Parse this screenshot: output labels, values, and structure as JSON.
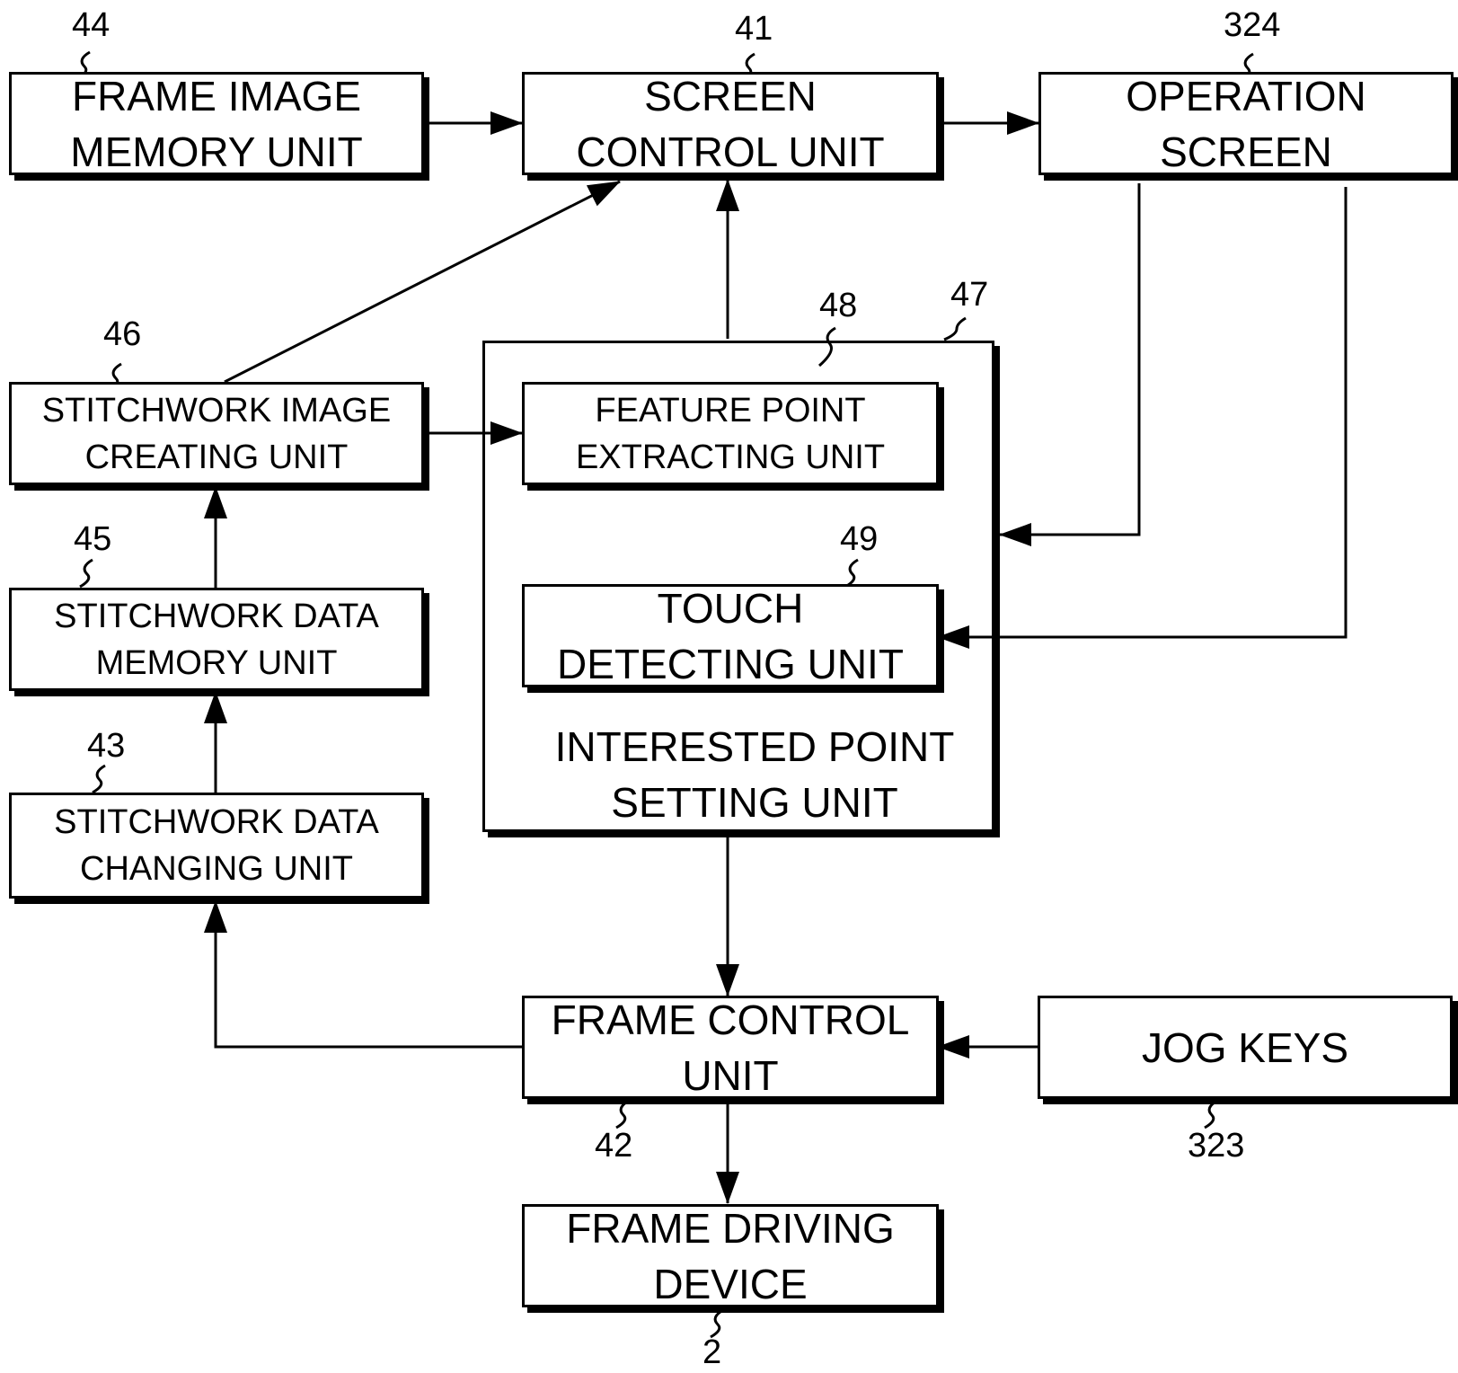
{
  "diagram": {
    "blocks": {
      "frame_image_memory": {
        "label": "FRAME IMAGE\nMEMORY UNIT",
        "ref": "44"
      },
      "screen_control": {
        "label": "SCREEN\nCONTROL UNIT",
        "ref": "41"
      },
      "operation_screen": {
        "label": "OPERATION\nSCREEN",
        "ref": "324"
      },
      "stitchwork_image_creating": {
        "label": "STITCHWORK IMAGE\nCREATING UNIT",
        "ref": "46"
      },
      "stitchwork_data_memory": {
        "label": "STITCHWORK DATA\nMEMORY UNIT",
        "ref": "45"
      },
      "stitchwork_data_changing": {
        "label": "STITCHWORK DATA\nCHANGING UNIT",
        "ref": "43"
      },
      "feature_point_extracting": {
        "label": "FEATURE POINT\nEXTRACTING UNIT",
        "ref": "48"
      },
      "touch_detecting": {
        "label": "TOUCH\nDETECTING UNIT",
        "ref": "49"
      },
      "interested_point_setting": {
        "label": "INTERESTED POINT\nSETTING UNIT",
        "ref": "47"
      },
      "frame_control": {
        "label": "FRAME CONTROL\nUNIT",
        "ref": "42"
      },
      "jog_keys": {
        "label": "JOG KEYS",
        "ref": "323"
      },
      "frame_driving_device": {
        "label": "FRAME DRIVING\nDEVICE",
        "ref": "2"
      }
    }
  }
}
